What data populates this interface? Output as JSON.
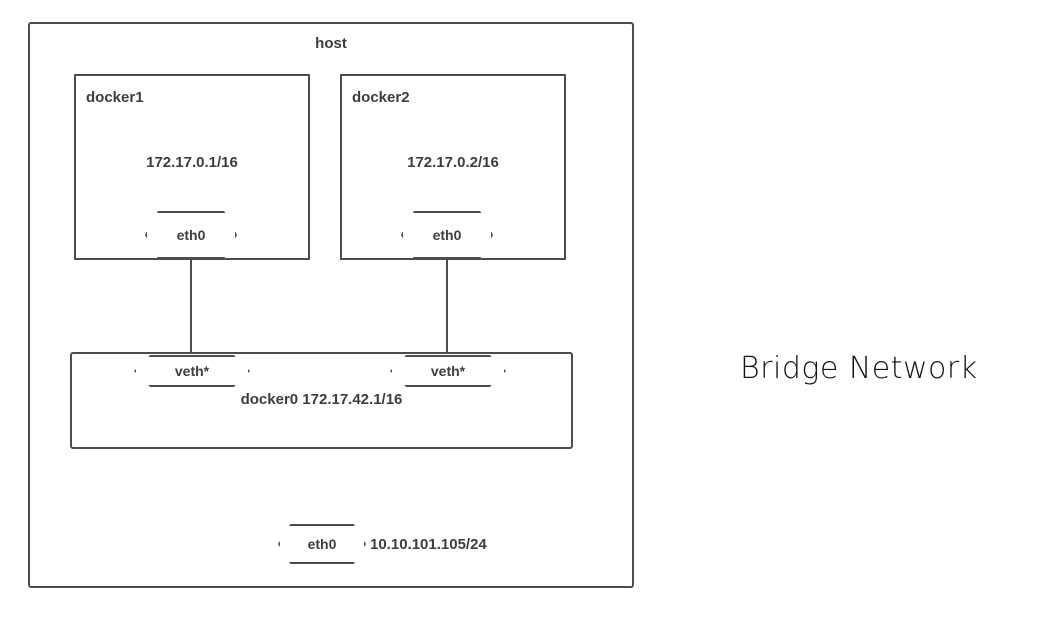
{
  "diagram": {
    "caption": "Bridge Network",
    "host": {
      "label": "host",
      "interface": {
        "name": "eth0",
        "ip": "10.10.101.105/24"
      },
      "bridge": {
        "label": "docker0 172.17.42.1/16",
        "ports": [
          {
            "name": "veth*"
          },
          {
            "name": "veth*"
          }
        ]
      },
      "containers": [
        {
          "name": "docker1",
          "ip": "172.17.0.1/16",
          "interface": {
            "name": "eth0"
          }
        },
        {
          "name": "docker2",
          "ip": "172.17.0.2/16",
          "interface": {
            "name": "eth0"
          }
        }
      ]
    },
    "colors": {
      "stroke": "#4d4d4d",
      "text": "#3d3d3d",
      "caption": "#131313",
      "background": "#ffffff"
    }
  }
}
